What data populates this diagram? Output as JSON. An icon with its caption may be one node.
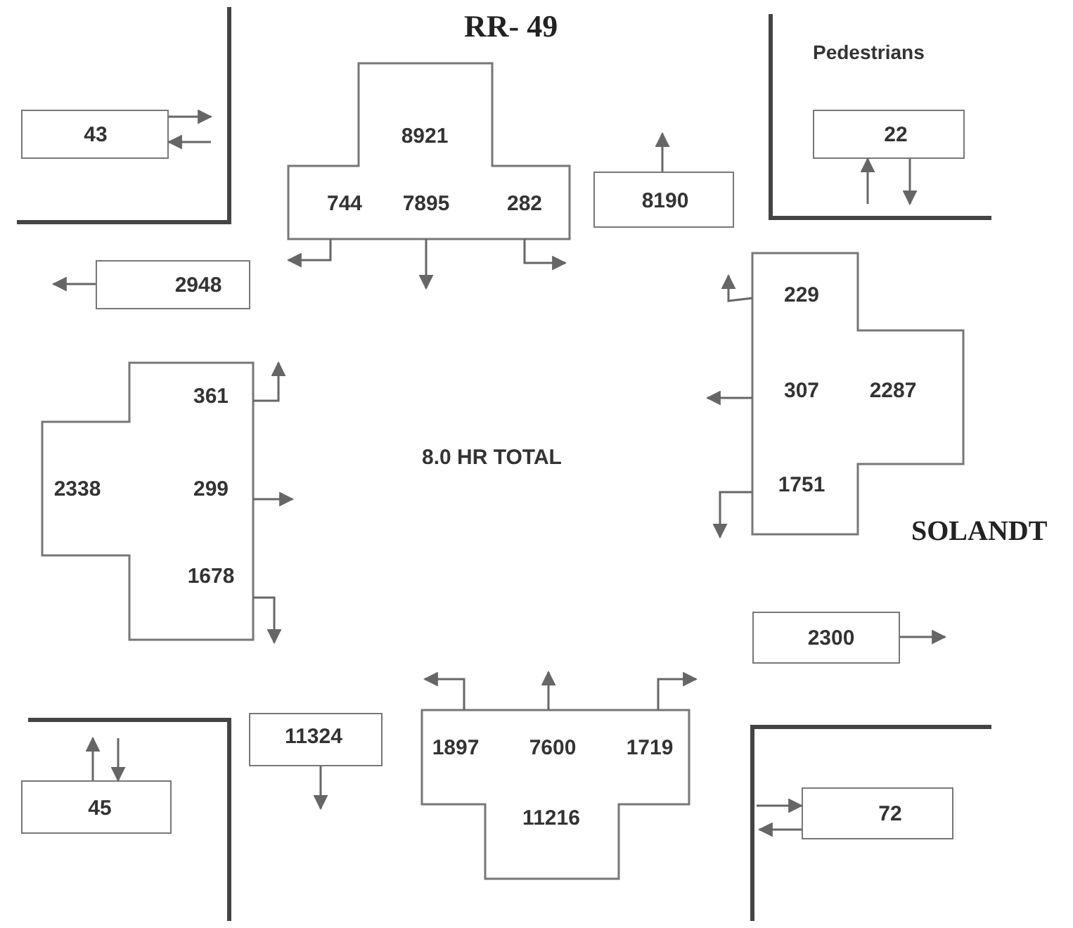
{
  "diagram": {
    "nodes": [
      {
        "text": [
          "43"
        ]
      },
      {
        "text": [
          "8921",
          "744",
          "7895",
          "282"
        ]
      },
      {
        "text": [
          "22"
        ]
      },
      {
        "text": [
          "8190"
        ]
      },
      {
        "text": [
          "2948"
        ]
      },
      {
        "text": [
          "229",
          "307",
          "2287",
          "1751"
        ]
      },
      {
        "text": [
          "361",
          "2338",
          "299",
          "1678"
        ]
      },
      {
        "text": [
          "2300"
        ]
      },
      {
        "text": [
          "11324"
        ]
      },
      {
        "text": [
          "1897",
          "7600",
          "1719",
          "11216"
        ]
      },
      {
        "text": [
          "45"
        ]
      },
      {
        "text": [
          "72"
        ]
      }
    ],
    "edges": [
      {
        "from": 0,
        "to": null,
        "arrow": "to"
      },
      {
        "from": null,
        "to": 0,
        "arrow": "to"
      },
      {
        "from": 1,
        "to": null,
        "arrow": "to"
      },
      {
        "from": 1,
        "to": null,
        "arrow": "to"
      },
      {
        "from": 1,
        "to": null,
        "arrow": "to"
      },
      {
        "from": null,
        "to": 2,
        "arrow": "to"
      },
      {
        "from": 2,
        "to": null,
        "arrow": "to"
      },
      {
        "from": 3,
        "to": null,
        "arrow": "to"
      },
      {
        "from": 4,
        "to": null,
        "arrow": "to"
      },
      {
        "from": 5,
        "to": null,
        "arrow": "to"
      },
      {
        "from": 5,
        "to": null,
        "arrow": "to"
      },
      {
        "from": 5,
        "to": null,
        "arrow": "to"
      },
      {
        "from": 6,
        "to": null,
        "arrow": "to"
      },
      {
        "from": 6,
        "to": null,
        "arrow": "to"
      },
      {
        "from": 6,
        "to": null,
        "arrow": "to"
      },
      {
        "from": 7,
        "to": null,
        "arrow": "to"
      },
      {
        "from": 8,
        "to": null,
        "arrow": "to"
      },
      {
        "from": 9,
        "to": null,
        "arrow": "to"
      },
      {
        "from": 9,
        "to": null,
        "arrow": "to"
      },
      {
        "from": 9,
        "to": null,
        "arrow": "to"
      },
      {
        "from": 10,
        "to": null,
        "arrow": "to"
      },
      {
        "from": null,
        "to": 10,
        "arrow": "to"
      },
      {
        "from": null,
        "to": 11,
        "arrow": "to"
      },
      {
        "from": 11,
        "to": null,
        "arrow": "to"
      }
    ],
    "labels": [
      "RR- 49",
      "Pedestrians",
      "8.0 HR TOTAL",
      "SOLANDT"
    ]
  }
}
